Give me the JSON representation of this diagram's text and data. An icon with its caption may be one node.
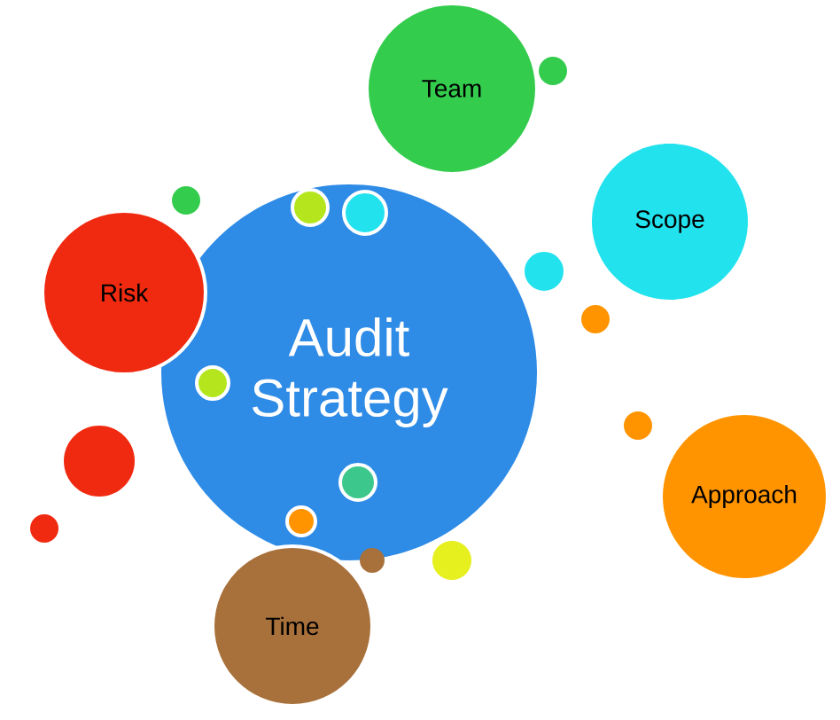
{
  "diagram": {
    "nodes": [
      {
        "text": [
          "Team"
        ]
      },
      {
        "text": [
          "Scope"
        ]
      },
      {
        "text": [
          "Risk"
        ]
      },
      {
        "text": [
          "Audit Strategy"
        ]
      },
      {
        "text": [
          "Approach"
        ]
      },
      {
        "text": [
          "Time"
        ]
      },
      {
        "text": [],
        "shape": "circle"
      },
      {
        "text": [],
        "shape": "circle"
      },
      {
        "text": [],
        "shape": "circle",
        "in": 3
      },
      {
        "text": [],
        "shape": "circle",
        "in": 3
      },
      {
        "text": [],
        "shape": "circle"
      },
      {
        "text": [],
        "shape": "circle"
      },
      {
        "text": [],
        "shape": "circle",
        "in": 3
      },
      {
        "text": [],
        "shape": "circle"
      },
      {
        "text": [],
        "shape": "circle"
      },
      {
        "text": [],
        "shape": "circle"
      },
      {
        "text": [],
        "shape": "circle",
        "in": 3
      },
      {
        "text": [],
        "shape": "circle",
        "in": 3
      },
      {
        "text": [],
        "shape": "circle"
      },
      {
        "text": [],
        "shape": "circle"
      }
    ],
    "edges": []
  }
}
